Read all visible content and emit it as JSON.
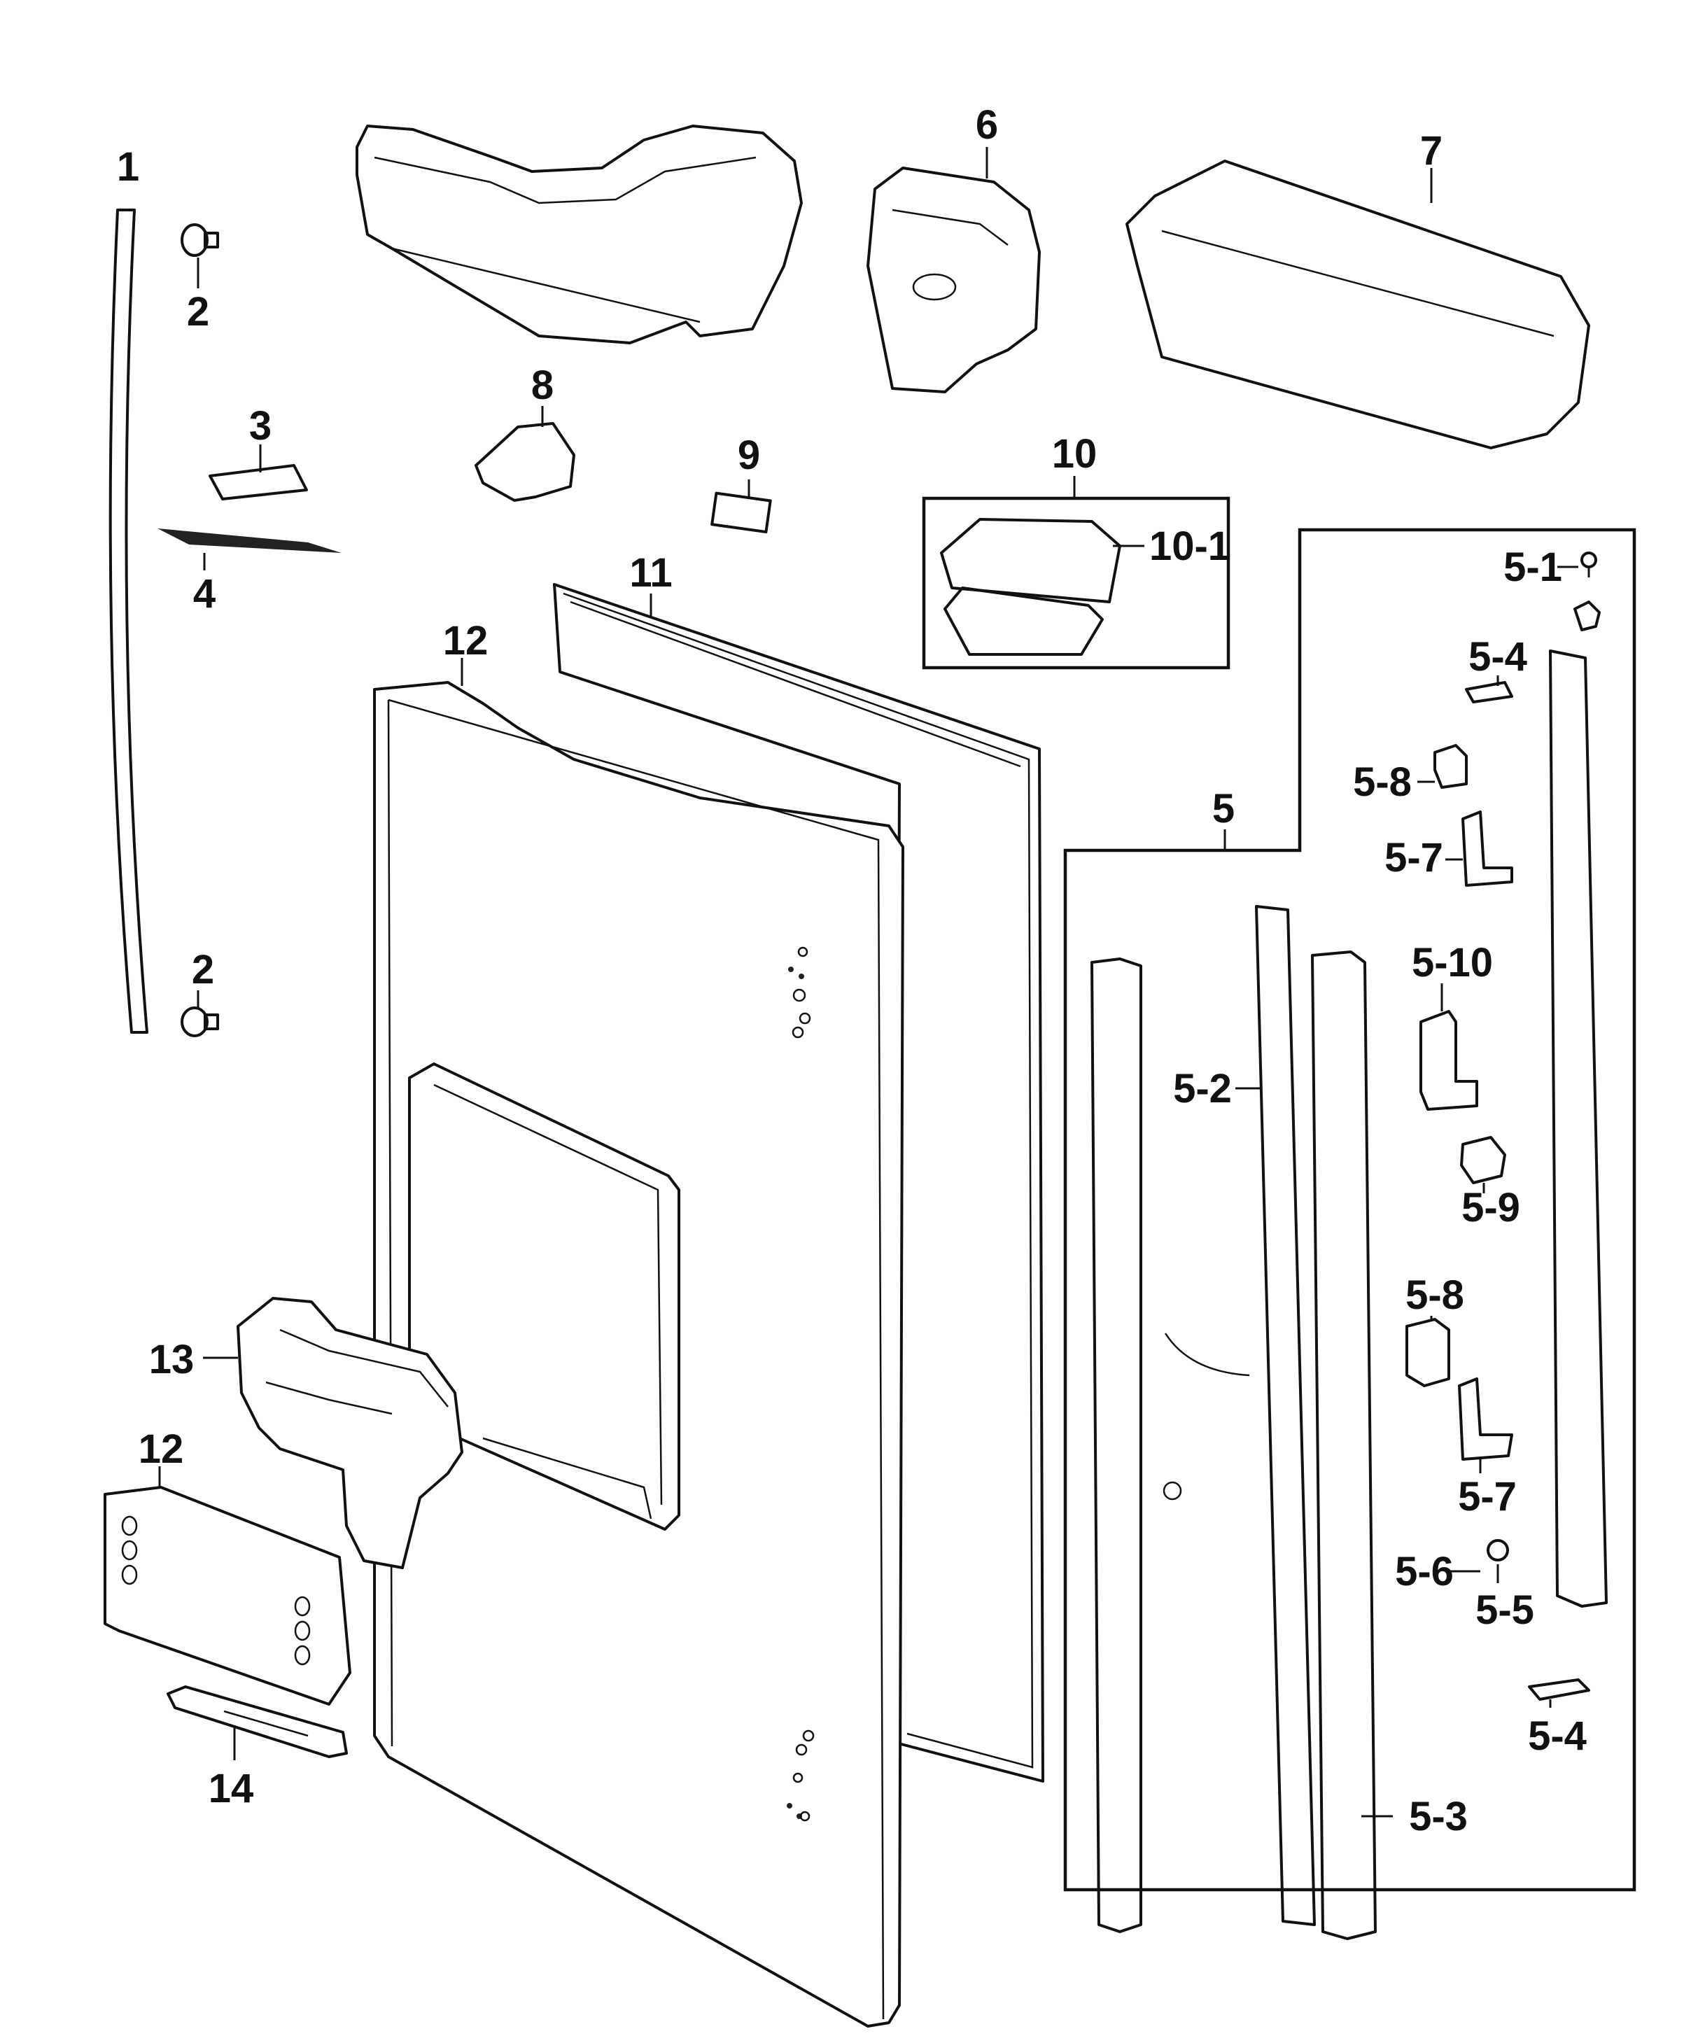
{
  "labels": {
    "p1": "1",
    "p2a": "2",
    "p2b": "2",
    "p3": "3",
    "p4": "4",
    "p5": "5",
    "p5_1": "5-1",
    "p5_2": "5-2",
    "p5_3": "5-3",
    "p5_4a": "5-4",
    "p5_4b": "5-4",
    "p5_5": "5-5",
    "p5_6": "5-6",
    "p5_7a": "5-7",
    "p5_7b": "5-7",
    "p5_8a": "5-8",
    "p5_8b": "5-8",
    "p5_9": "5-9",
    "p5_10": "5-10",
    "p6": "6",
    "p7": "7",
    "p8": "8",
    "p9": "9",
    "p10": "10",
    "p10_1": "10-1",
    "p11": "11",
    "p12a": "12",
    "p12b": "12",
    "p13": "13",
    "p14": "14"
  }
}
